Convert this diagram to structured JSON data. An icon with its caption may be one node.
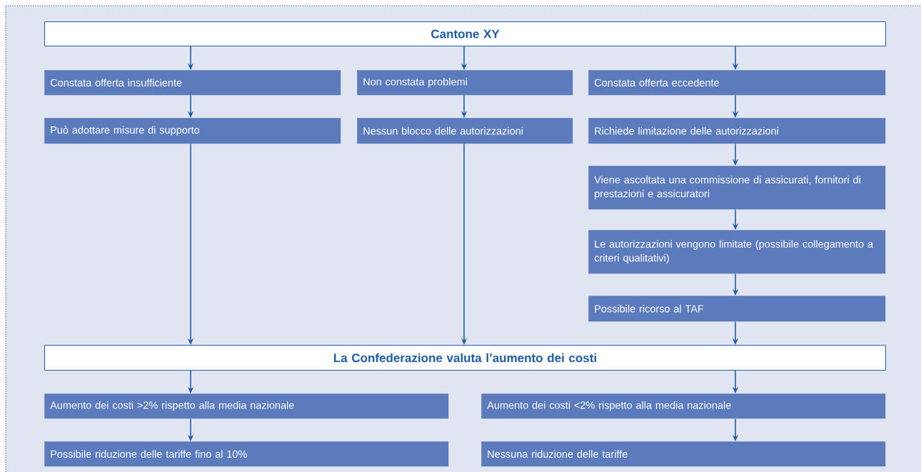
{
  "diagram": {
    "nodes": [
      {
        "text": [
          "Cantone XY"
        ]
      },
      {
        "text": [
          "Constata offerta insufficiente"
        ]
      },
      {
        "text": [
          "Non constata problemi"
        ]
      },
      {
        "text": [
          "Constata offerta eccedente"
        ]
      },
      {
        "text": [
          "Può adottare misure di supporto"
        ]
      },
      {
        "text": [
          "Nessun blocco delle autorizzazioni"
        ]
      },
      {
        "text": [
          "Richiede limitazione delle autorizzazioni"
        ]
      },
      {
        "text": [
          "Viene ascoltata una commissione di assicurati, fornitori di prestazioni e assicuratori"
        ]
      },
      {
        "text": [
          "Le autorizzazioni vengono limitate (possibile collegamento a criteri qualitativi)"
        ]
      },
      {
        "text": [
          "Possibile ricorso al TAF"
        ]
      },
      {
        "text": [
          "La Confederazione valuta l’aumento dei costi"
        ]
      },
      {
        "text": [
          "Aumento dei costi >2% rispetto alla media nazionale"
        ]
      },
      {
        "text": [
          "Aumento dei costi <2% rispetto alla media nazionale"
        ]
      },
      {
        "text": [
          "Possibile riduzione delle tariffe fino al 10%"
        ]
      },
      {
        "text": [
          "Nessuna riduzione delle tariffe"
        ]
      }
    ],
    "edges": [
      {
        "from": 0,
        "to": 1,
        "arrow": "to"
      },
      {
        "from": 0,
        "to": 2,
        "arrow": "to"
      },
      {
        "from": 0,
        "to": 3,
        "arrow": "to"
      },
      {
        "from": 1,
        "to": 4,
        "arrow": "to"
      },
      {
        "from": 2,
        "to": 5,
        "arrow": "to"
      },
      {
        "from": 3,
        "to": 6,
        "arrow": "to"
      },
      {
        "from": 6,
        "to": 7,
        "arrow": "to"
      },
      {
        "from": 7,
        "to": 8,
        "arrow": "to"
      },
      {
        "from": 8,
        "to": 9,
        "arrow": "to"
      },
      {
        "from": 4,
        "to": 10,
        "arrow": "to"
      },
      {
        "from": 5,
        "to": 10,
        "arrow": "to"
      },
      {
        "from": 9,
        "to": 10,
        "arrow": "to"
      },
      {
        "from": 10,
        "to": 11,
        "arrow": "to"
      },
      {
        "from": 10,
        "to": 12,
        "arrow": "to"
      },
      {
        "from": 11,
        "to": 13,
        "arrow": "to"
      },
      {
        "from": 12,
        "to": 14,
        "arrow": "to"
      }
    ]
  }
}
